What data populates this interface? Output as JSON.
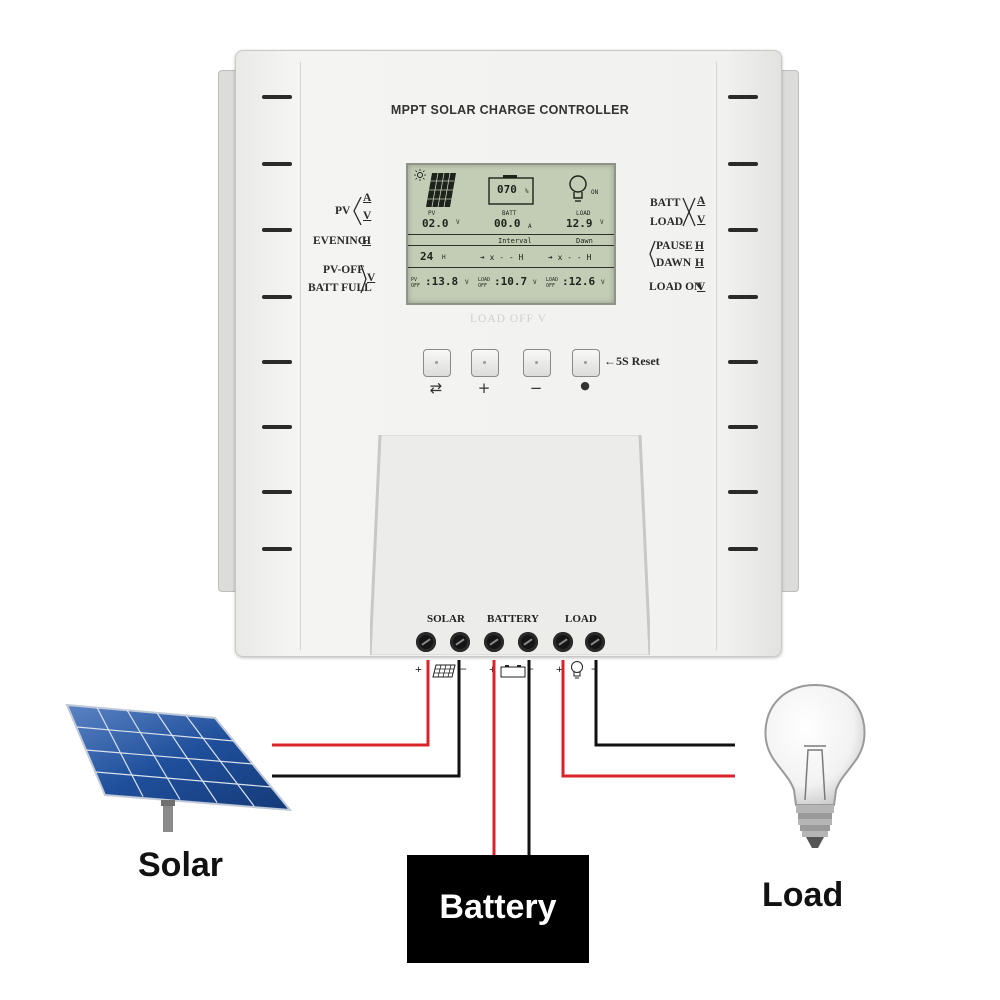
{
  "controller": {
    "title": "MPPT SOLAR CHARGE CONTROLLER",
    "left_labels": {
      "pv": "PV",
      "pv_units_a": "A",
      "pv_units_v": "V",
      "evening": "EVENING",
      "evening_unit": "H",
      "pv_off": "PV-OFF",
      "batt_full": "BATT FULL",
      "pvoff_unit": "V"
    },
    "right_labels": {
      "batt": "BATT",
      "load": "LOAD",
      "units_a": "A",
      "units_v": "V",
      "pause": "PAUSE",
      "pause_unit": "H",
      "dawn": "DAWN",
      "dawn_unit": "H",
      "load_on": "LOAD ON",
      "load_on_unit": "V"
    },
    "load_off_label": "LOAD OFF V",
    "reset_label": "←5S Reset",
    "buttons": [
      {
        "name": "switch-button",
        "symbol": "⇄"
      },
      {
        "name": "plus-button",
        "symbol": "+"
      },
      {
        "name": "minus-button",
        "symbol": "−"
      },
      {
        "name": "light-button",
        "symbol": "●"
      }
    ]
  },
  "lcd": {
    "percent": "070",
    "percent_unit": "%",
    "on_label": "ON",
    "pv_label": "PV",
    "pv_value": "02.0",
    "pv_unit": "V",
    "batt_label": "BATT",
    "batt_value": "00.0",
    "batt_unit": "A",
    "load_label": "LOAD",
    "load_value": "12.9",
    "load_unit": "V",
    "interval_label": "Interval",
    "dawn_label": "Dawn",
    "hours_value": "24",
    "hours_unit": "H",
    "interval_value": "➔ x - - H",
    "dawn_value": "➔ x - - H",
    "pv_off_label": "PV OFF",
    "pv_off_value": ":13.8",
    "pv_off_unit": "V",
    "load_off_label_1": "LOAD OFF",
    "load_off_value_1": ":10.7",
    "load_off_unit_1": "V",
    "load_off_label_2": "LOAD OFF",
    "load_off_value_2": ":12.6",
    "load_off_unit_2": "V"
  },
  "terminals": {
    "solar": "SOLAR",
    "battery": "BATTERY",
    "load": "LOAD",
    "plus": "+",
    "minus": "−"
  },
  "labels": {
    "solar": "Solar",
    "battery": "Battery",
    "load": "Load"
  },
  "colors": {
    "positive_wire": "#d8232a",
    "negative_wire": "#111111",
    "lcd": "#c3cdb6",
    "panel_blue": "#1f4f9b"
  }
}
